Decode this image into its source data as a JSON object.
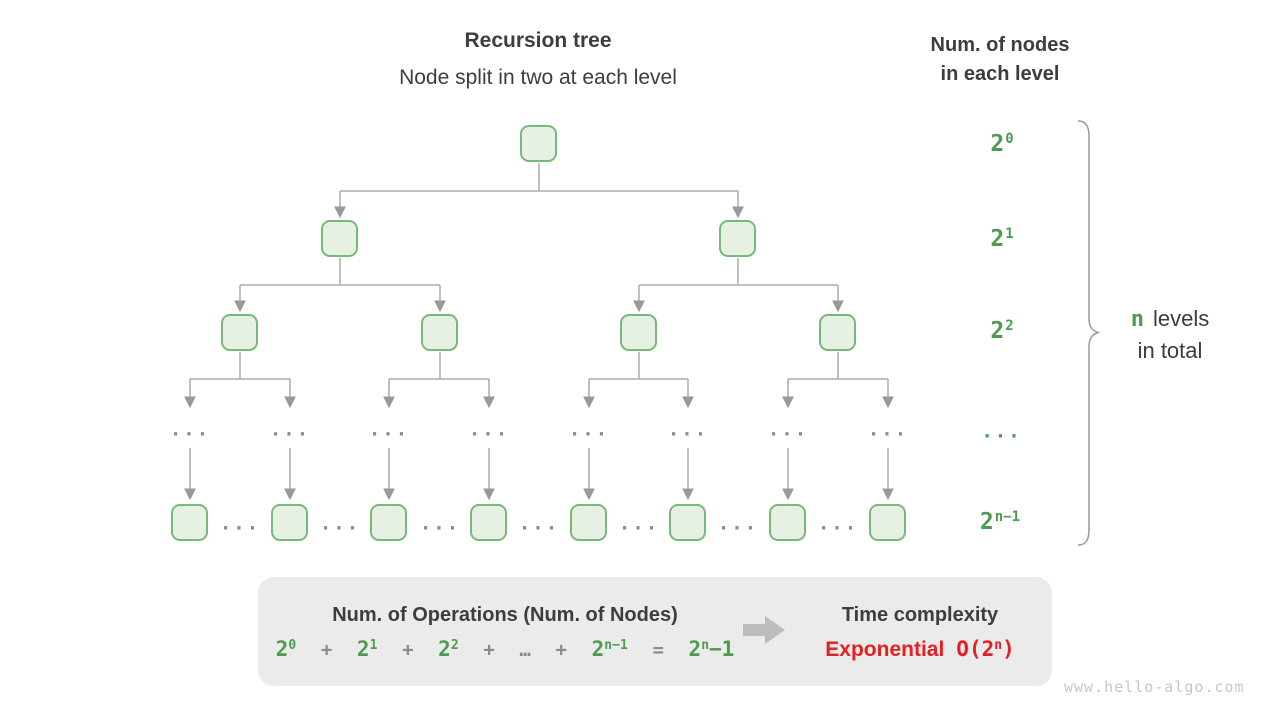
{
  "header": {
    "title": "Recursion tree",
    "subtitle": "Node split in two at each level",
    "right_title_line1": "Num. of nodes",
    "right_title_line2": "in each level"
  },
  "tree": {
    "ellipsis": "..."
  },
  "level_labels": [
    {
      "base": "2",
      "sup": "0"
    },
    {
      "base": "2",
      "sup": "1"
    },
    {
      "base": "2",
      "sup": "2"
    },
    {
      "base": "...",
      "sup": ""
    },
    {
      "base": "2",
      "sup": "n−1"
    }
  ],
  "brace_note": {
    "n": "n",
    "line1_rest": "levels",
    "line2": "in total"
  },
  "summary": {
    "operations_title": "Num. of Operations (Num. of Nodes)",
    "formula": [
      {
        "base": "2",
        "sup": "0"
      },
      {
        "base": "+"
      },
      {
        "base": "2",
        "sup": "1"
      },
      {
        "base": "+"
      },
      {
        "base": "2",
        "sup": "2"
      },
      {
        "base": "+"
      },
      {
        "base": "…"
      },
      {
        "base": "+"
      },
      {
        "base": "2",
        "sup": "n−1"
      },
      {
        "base": "="
      },
      {
        "base": "2",
        "sup": "n",
        "tail": "−1"
      }
    ],
    "time_title": "Time complexity",
    "complexity_label": "Exponential",
    "big_o": {
      "base": "O(2",
      "sup": "n",
      "tail": ")"
    }
  },
  "watermark": "www.hello-algo.com",
  "colors": {
    "green_text": "#4d9b50",
    "node_border": "#77b97a",
    "node_fill": "#e7f1e3",
    "connector_gray": "#ababab",
    "arrowhead_gray": "#999999",
    "dark_text": "#3c3c3c",
    "operator_gray": "#8a8a8a",
    "complexity_red": "#e42020",
    "summary_box_bg": "#ebebeb",
    "watermark_gray": "#c7c7c7"
  }
}
